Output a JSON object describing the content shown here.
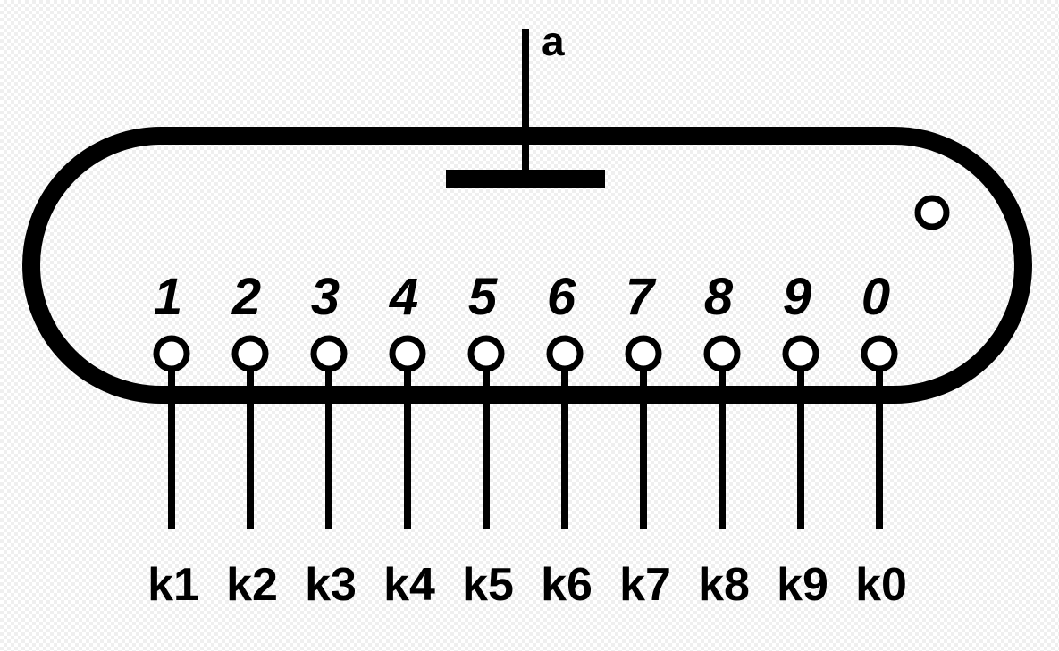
{
  "anode": {
    "label": "a"
  },
  "cathodes": [
    {
      "digit": "1",
      "label": "k1"
    },
    {
      "digit": "2",
      "label": "k2"
    },
    {
      "digit": "3",
      "label": "k3"
    },
    {
      "digit": "4",
      "label": "k4"
    },
    {
      "digit": "5",
      "label": "k5"
    },
    {
      "digit": "6",
      "label": "k6"
    },
    {
      "digit": "7",
      "label": "k7"
    },
    {
      "digit": "8",
      "label": "k8"
    },
    {
      "digit": "9",
      "label": "k9"
    },
    {
      "digit": "0",
      "label": "k0"
    }
  ],
  "colors": {
    "stroke": "#000000",
    "background": "#ffffff"
  }
}
